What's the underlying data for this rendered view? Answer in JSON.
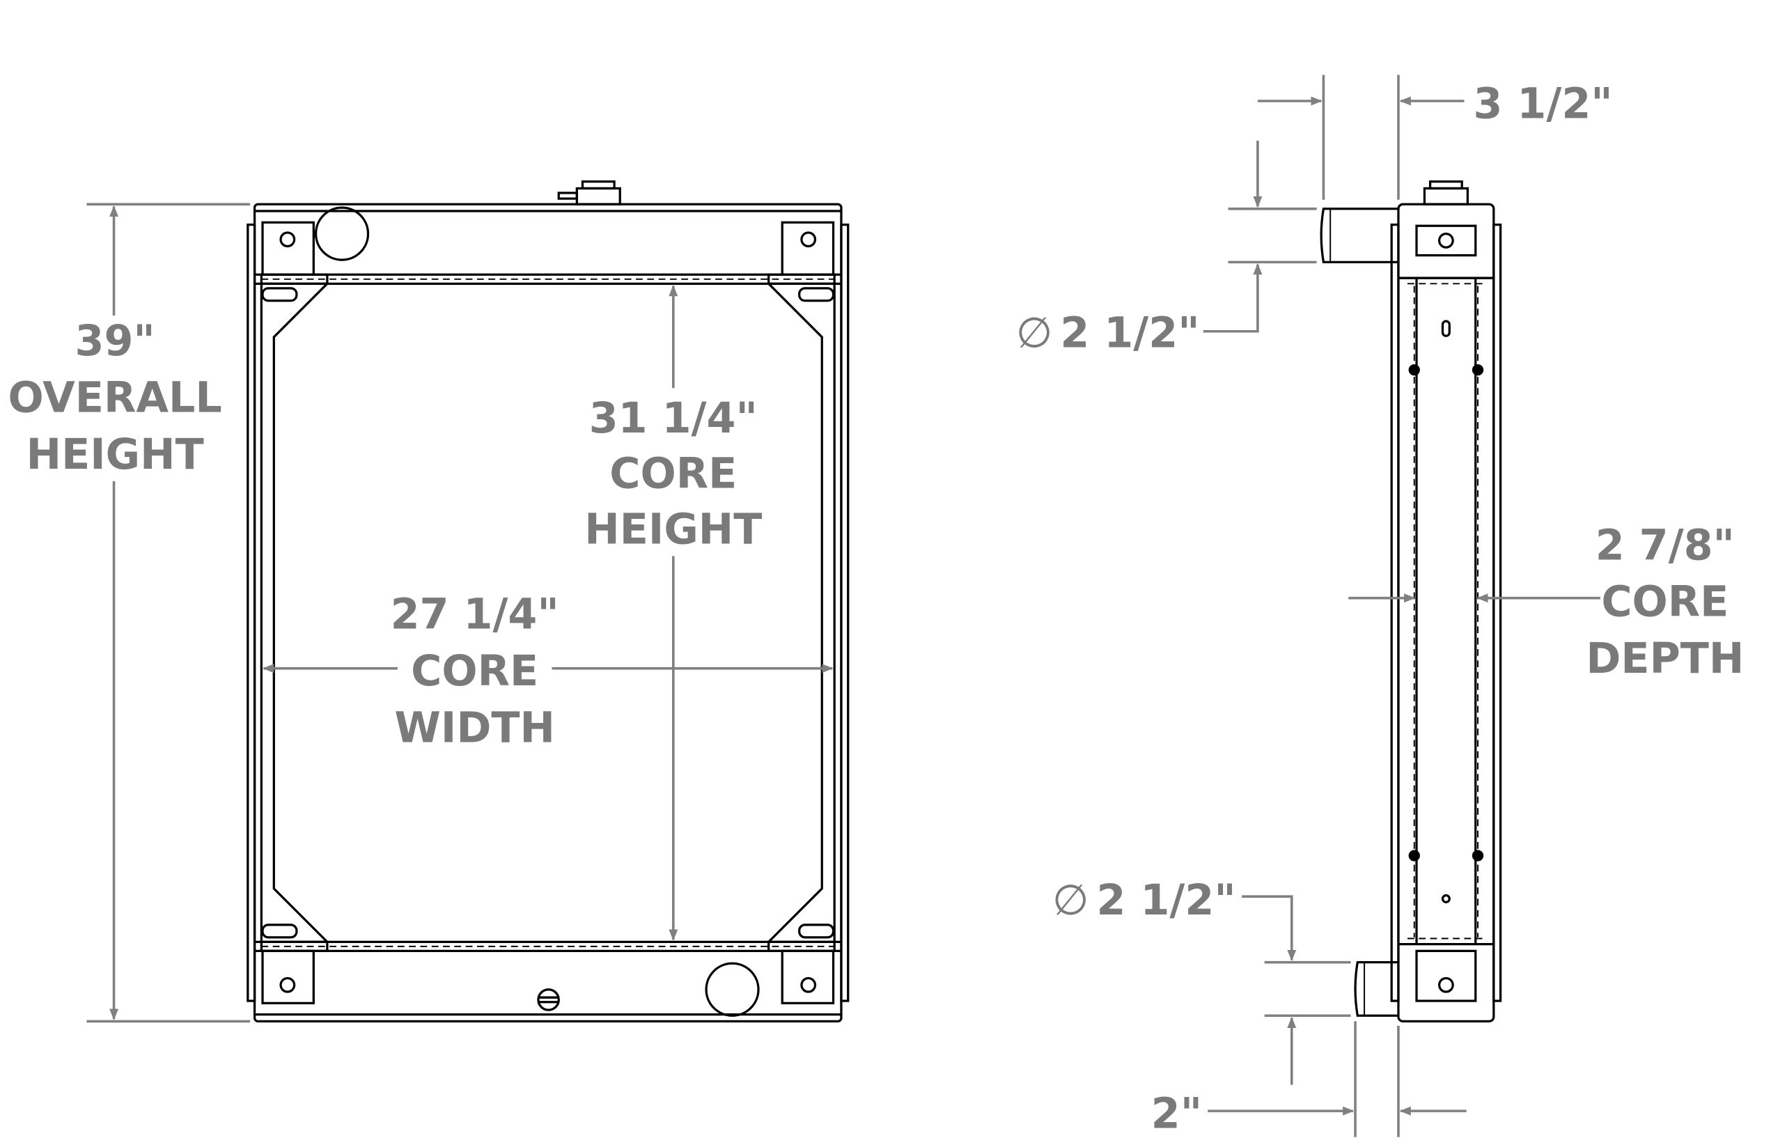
{
  "front_view": {
    "overall_height": {
      "value": "39\"",
      "line1": "OVERALL",
      "line2": "HEIGHT"
    },
    "core_height": {
      "value": "31 1/4\"",
      "line1": "CORE",
      "line2": "HEIGHT"
    },
    "core_width": {
      "value": "27 1/4\"",
      "line1": "CORE",
      "line2": "WIDTH"
    }
  },
  "side_view": {
    "top_offset": "3 1/2\"",
    "inlet_diameter": "2 1/2\"",
    "outlet_diameter": "2 1/2\"",
    "bottom_offset": "2\"",
    "core_depth": {
      "value": "2 7/8\"",
      "line1": "CORE",
      "line2": "DEPTH"
    },
    "diameter_symbol": "∅"
  },
  "colors": {
    "dimension": "#808080",
    "outline": "#000000"
  }
}
